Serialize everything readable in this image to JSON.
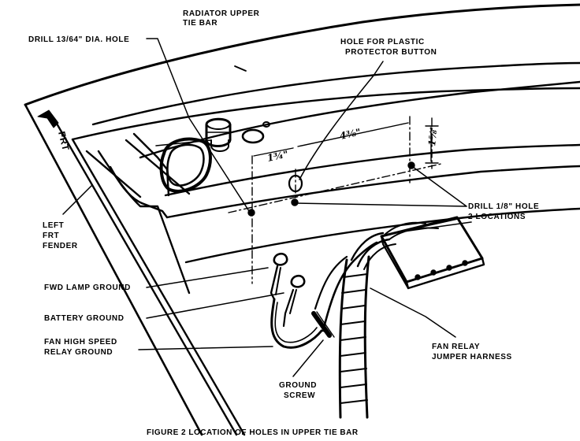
{
  "figure": {
    "caption": "FIGURE 2  LOCATION OF HOLES IN UPPER TIE BAR"
  },
  "labels": {
    "radiator_upper_tie_bar": [
      "RADIATOR UPPER",
      "TIE BAR"
    ],
    "drill_13_64": "DRILL 13/64\" DIA. HOLE",
    "hole_plastic_protector": [
      "HOLE FOR PLASTIC",
      "PROTECTOR BUTTON"
    ],
    "frt": "FRT",
    "drill_1_8": [
      "DRILL 1/8\" HOLE",
      "2 LOCATIONS"
    ],
    "left_frt_fender": [
      "LEFT",
      "FRT",
      "FENDER"
    ],
    "fwd_lamp_ground": "FWD LAMP GROUND",
    "battery_ground": "BATTERY GROUND",
    "fan_high_speed_relay_ground": [
      "FAN HIGH SPEED",
      "RELAY GROUND"
    ],
    "ground_screw": [
      "GROUND",
      "SCREW"
    ],
    "fan_relay_jumper_harness": [
      "FAN RELAY",
      "JUMPER HARNESS"
    ]
  },
  "dimensions": {
    "a": "1¾\"",
    "b": "4⅜\"",
    "c": "1⅝\""
  }
}
